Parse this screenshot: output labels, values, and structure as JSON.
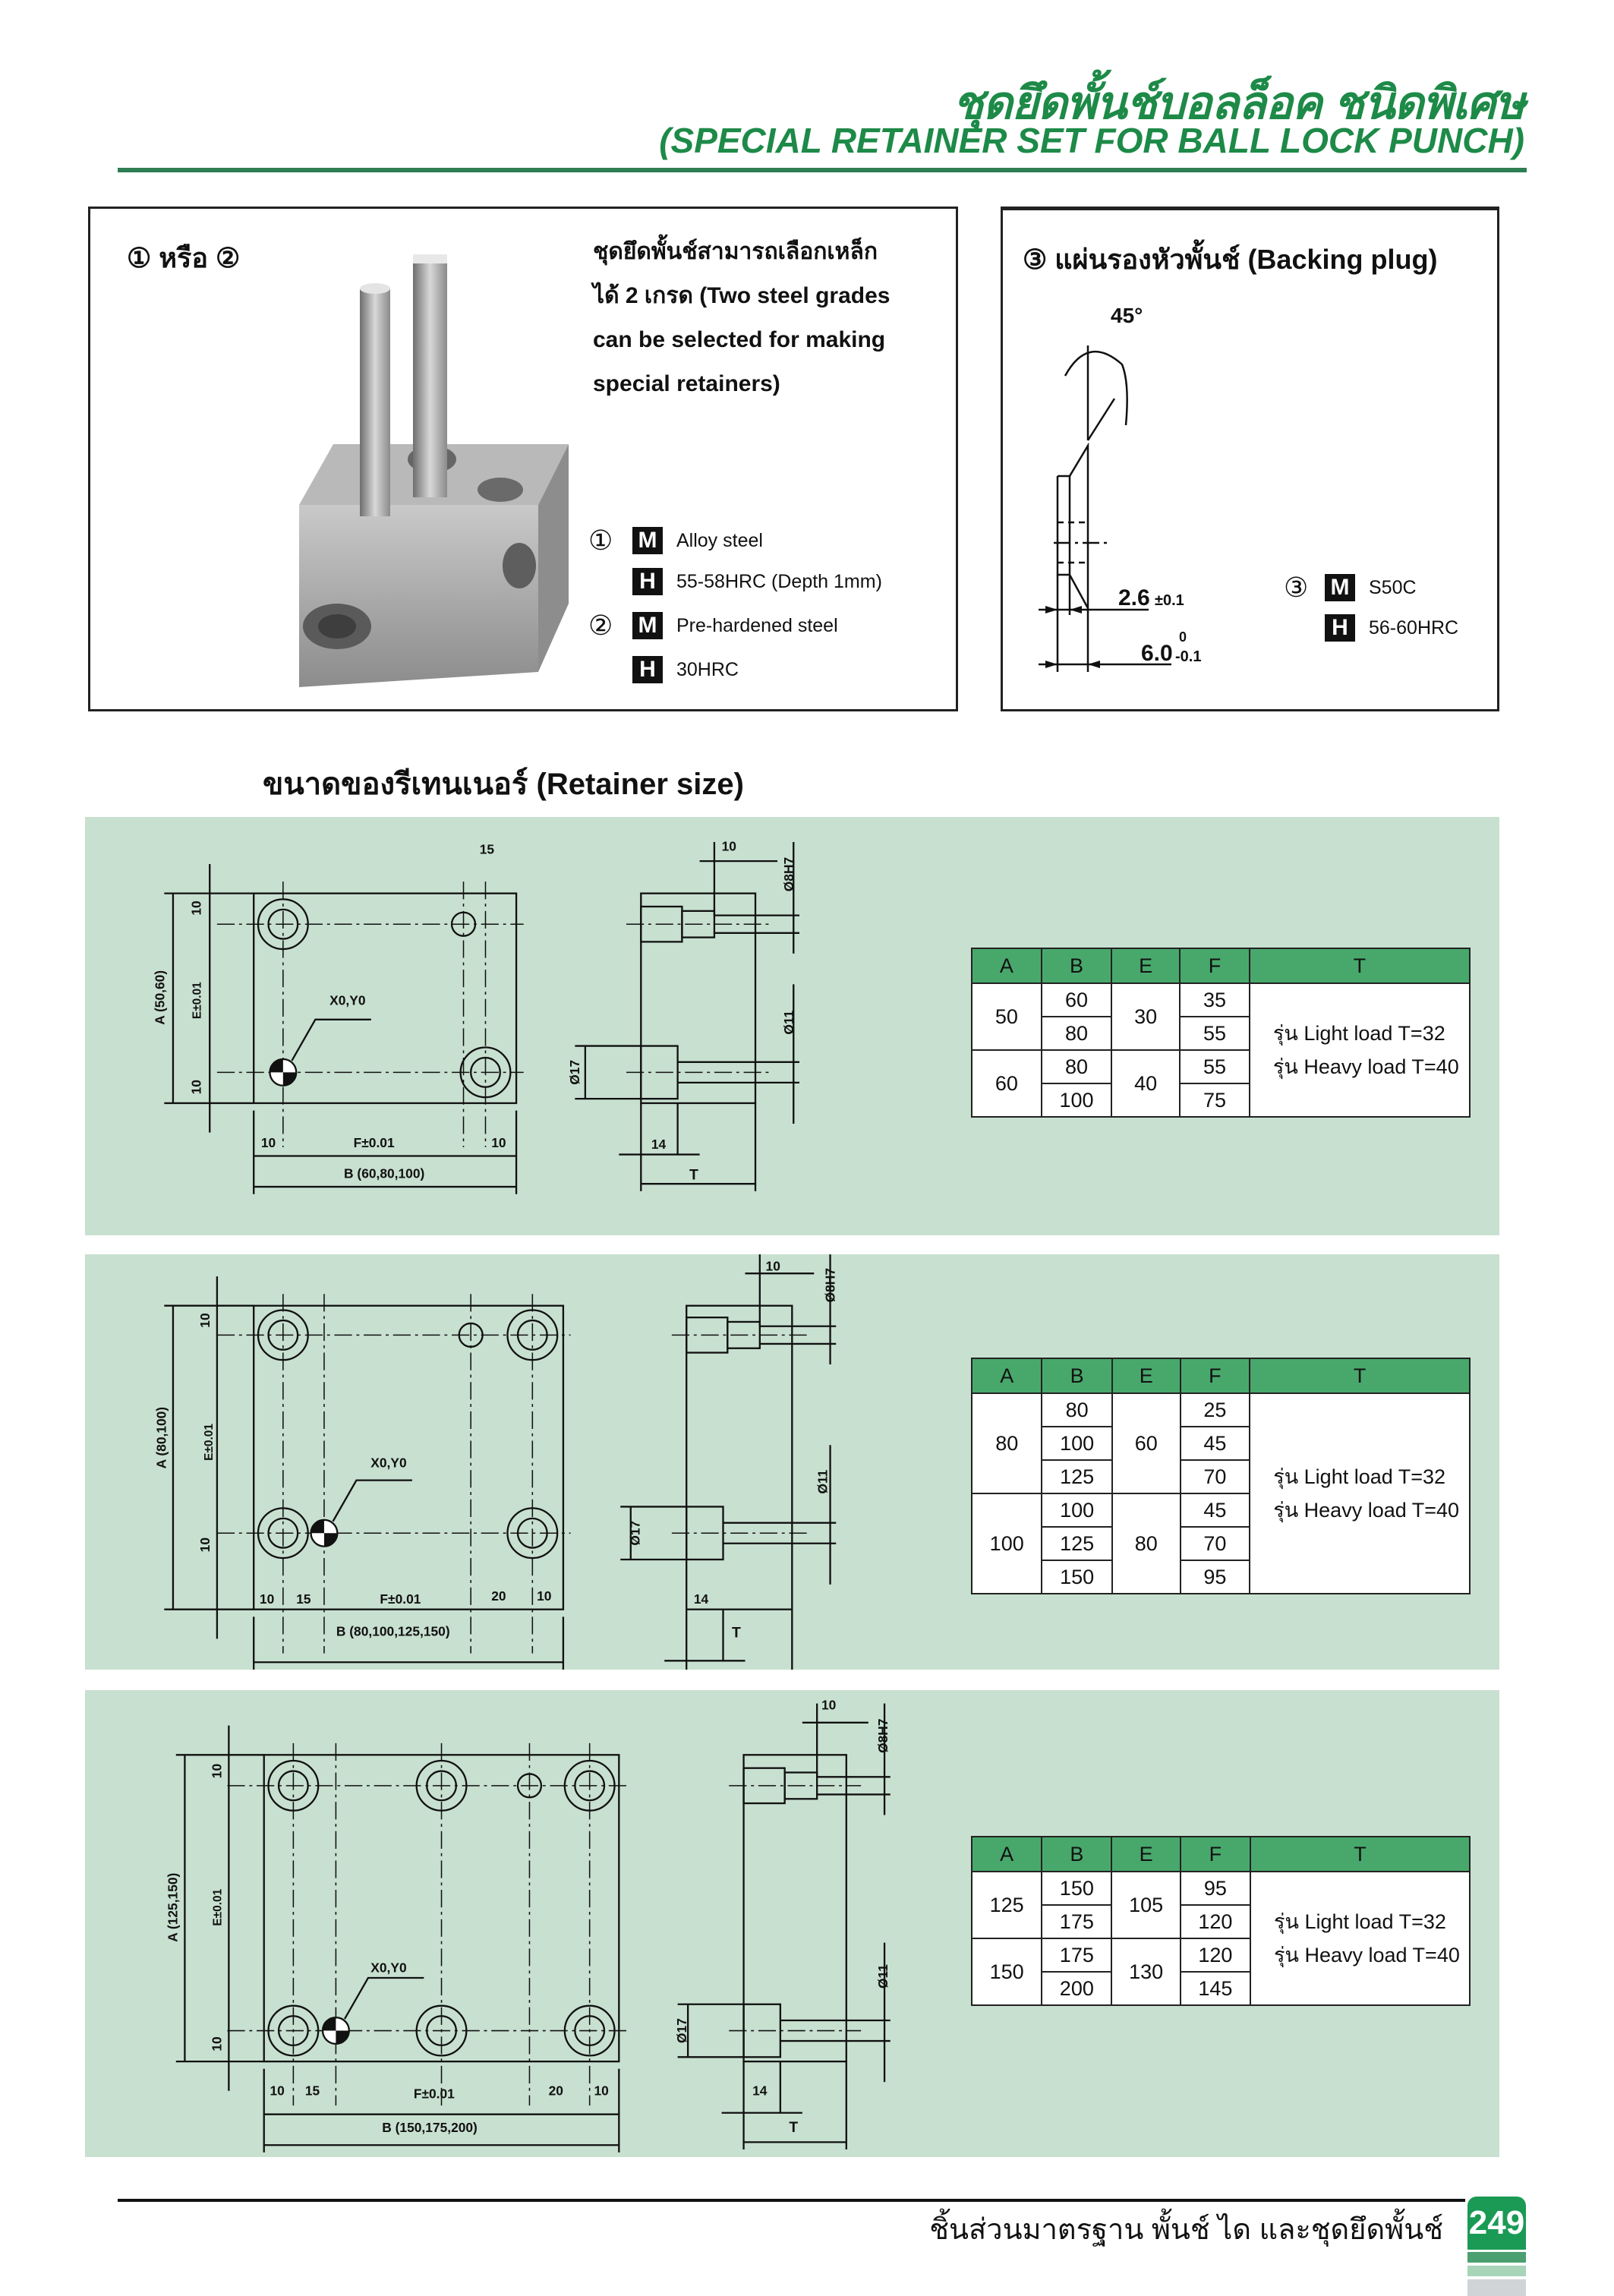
{
  "header": {
    "title_th": "ชุดยึดพั้นช์บอลล็อค ชนิดพิเศษ",
    "title_en": "(SPECIAL RETAINER SET FOR BALL LOCK PUNCH)"
  },
  "box1": {
    "heading": "① หรือ ②",
    "desc_lines": [
      "ชุดยึดพั้นช์สามารถเลือกเหล็ก",
      "ได้ 2 เกรด (Two steel grades",
      "can be selected for making",
      "special retainers)"
    ],
    "grades": [
      {
        "num": "①",
        "badge": "M",
        "text": "Alloy steel"
      },
      {
        "num": "",
        "badge": "H",
        "text": "55-58HRC (Depth 1mm)"
      },
      {
        "num": "②",
        "badge": "M",
        "text": "Pre-hardened steel"
      },
      {
        "num": "",
        "badge": "H",
        "text": "30HRC"
      }
    ]
  },
  "box2": {
    "heading": "③ แผ่นรองหัวพั้นช์ (Backing plug)",
    "angle": "45°",
    "dim1": "2.6",
    "dim1_tol": "±0.1",
    "dim2": "6.0",
    "dim2_tol_upper": "0",
    "dim2_tol_lower": "-0.1",
    "grade_num": "③",
    "grades": [
      {
        "badge": "M",
        "text": "S50C"
      },
      {
        "badge": "H",
        "text": "56-60HRC"
      }
    ]
  },
  "section_heading": "ขนาดของรีเทนเนอร์ (Retainer size)",
  "drawings": [
    {
      "a": "A (50,60)",
      "e": "E±0.01",
      "ten_top": "10",
      "ten_bot": "10",
      "top_dim": "15",
      "origin": "X0,Y0",
      "bottom": [
        "10",
        "F±0.01",
        "10"
      ],
      "b": "B (60,80,100)",
      "side_top": "10",
      "d8": "Ø8H7",
      "d11": "Ø11",
      "d17": "Ø17",
      "side_14": "14",
      "t": "T"
    },
    {
      "a": "A (80,100)",
      "e": "E±0.01",
      "ten_top": "10",
      "ten_bot": "10",
      "origin": "X0,Y0",
      "bottom": [
        "10",
        "15",
        "F±0.01",
        "20",
        "10"
      ],
      "b": "B (80,100,125,150)",
      "side_top": "10",
      "d8": "Ø8H7",
      "d11": "Ø11",
      "d17": "Ø17",
      "side_14": "14",
      "t": "T"
    },
    {
      "a": "A (125,150)",
      "e": "E±0.01",
      "ten_top": "10",
      "ten_bot": "10",
      "origin": "X0,Y0",
      "bottom": [
        "10",
        "15",
        "F±0.01",
        "20",
        "10"
      ],
      "b": "B (150,175,200)",
      "side_top": "10",
      "d8": "Ø8H7",
      "d11": "Ø11",
      "d17": "Ø17",
      "side_14": "14",
      "t": "T"
    }
  ],
  "tables": [
    {
      "headers": [
        "A",
        "B",
        "E",
        "F",
        "T"
      ],
      "groups": [
        {
          "a": "50",
          "e": "30",
          "rows": [
            [
              "60",
              "35"
            ],
            [
              "80",
              "55"
            ]
          ]
        },
        {
          "a": "60",
          "e": "40",
          "rows": [
            [
              "80",
              "55"
            ],
            [
              "100",
              "75"
            ]
          ]
        }
      ],
      "t_lines": [
        "รุ่น Light load T=32",
        "รุ่น Heavy load T=40"
      ]
    },
    {
      "headers": [
        "A",
        "B",
        "E",
        "F",
        "T"
      ],
      "groups": [
        {
          "a": "80",
          "e": "60",
          "rows": [
            [
              "80",
              "25"
            ],
            [
              "100",
              "45"
            ],
            [
              "125",
              "70"
            ]
          ]
        },
        {
          "a": "100",
          "e": "80",
          "rows": [
            [
              "100",
              "45"
            ],
            [
              "125",
              "70"
            ],
            [
              "150",
              "95"
            ]
          ]
        }
      ],
      "t_lines": [
        "รุ่น Light load T=32",
        "รุ่น Heavy load T=40"
      ]
    },
    {
      "headers": [
        "A",
        "B",
        "E",
        "F",
        "T"
      ],
      "groups": [
        {
          "a": "125",
          "e": "105",
          "rows": [
            [
              "150",
              "95"
            ],
            [
              "175",
              "120"
            ]
          ]
        },
        {
          "a": "150",
          "e": "130",
          "rows": [
            [
              "175",
              "120"
            ],
            [
              "200",
              "145"
            ]
          ]
        }
      ],
      "t_lines": [
        "รุ่น Light load T=32",
        "รุ่น Heavy load T=40"
      ]
    }
  ],
  "footer": {
    "text": "ชิ้นส่วนมาตรฐาน  พั้นช์  ได  และชุดยึดพั้นช์",
    "page": "249"
  },
  "colors": {
    "brand_green": "#1d8a48",
    "panel_bg": "#c8e0d0",
    "table_header": "#48a86c"
  }
}
